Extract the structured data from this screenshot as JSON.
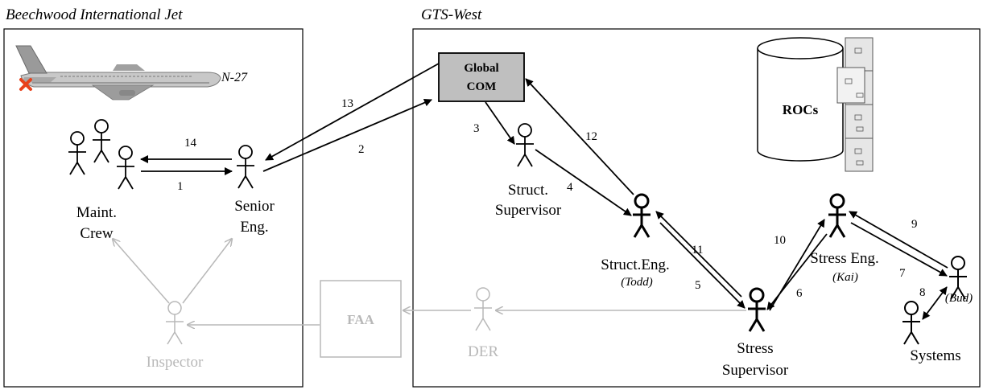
{
  "regions": {
    "beechwood_title": "Beechwood International Jet",
    "gts_title": "GTS-West"
  },
  "aircraft": {
    "tail_number": "N-27"
  },
  "nodes": {
    "global_com": [
      "Global",
      "COM"
    ],
    "rocs": "ROCs",
    "faa": "FAA",
    "maint_crew": [
      "Maint.",
      "Crew"
    ],
    "senior_eng": [
      "Senior",
      "Eng."
    ],
    "inspector": "Inspector",
    "der": "DER",
    "struct_supervisor": [
      "Struct.",
      "Supervisor"
    ],
    "struct_eng": "Struct.Eng.",
    "struct_eng_person": "(Todd)",
    "stress_supervisor": [
      "Stress",
      "Supervisor"
    ],
    "stress_eng": "Stress Eng.",
    "stress_eng_person": "(Kai)",
    "bud": "(Bud)",
    "systems": "Systems"
  },
  "steps": [
    "1",
    "2",
    "3",
    "4",
    "5",
    "6",
    "7",
    "8",
    "9",
    "10",
    "11",
    "12",
    "13",
    "14"
  ],
  "colors": {
    "line": "#000000",
    "faded": "#b8b8b8",
    "global_com_fill": "#bfbfbf",
    "airplane_body": "#c8c8c8",
    "marker": "#e8421c"
  }
}
